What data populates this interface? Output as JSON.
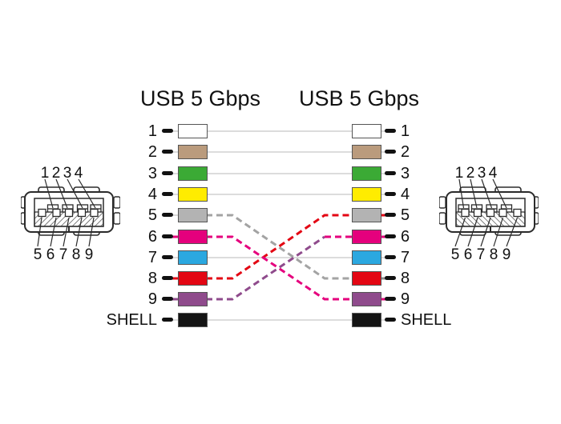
{
  "titles": {
    "left": "USB 5 Gbps",
    "right": "USB 5 Gbps"
  },
  "rows": [
    {
      "label": "1",
      "color": "#ffffff"
    },
    {
      "label": "2",
      "color": "#ba9b7d"
    },
    {
      "label": "3",
      "color": "#3baa35"
    },
    {
      "label": "4",
      "color": "#ffec00"
    },
    {
      "label": "5",
      "color": "#b3b3b3"
    },
    {
      "label": "6",
      "color": "#e5007d"
    },
    {
      "label": "7",
      "color": "#2ba8e0"
    },
    {
      "label": "8",
      "color": "#e30613"
    },
    {
      "label": "9",
      "color": "#8f4b8c"
    },
    {
      "label": "SHELL",
      "color": "#141414"
    }
  ],
  "connections": {
    "straight": [
      "1-1",
      "2-2",
      "3-3",
      "4-4",
      "7-7",
      "SHELL-SHELL"
    ],
    "crossed": [
      {
        "from": "5",
        "to": "8",
        "color": "#a3a3a3"
      },
      {
        "from": "8",
        "to": "5",
        "color": "#e30613"
      },
      {
        "from": "6",
        "to": "9",
        "color": "#e5007d"
      },
      {
        "from": "9",
        "to": "6",
        "color": "#8f4b8c",
        "tip_color": "#e5007d"
      }
    ]
  },
  "pigtails": {
    "left": {
      "p6": "#e5007d",
      "p8": "#e30613",
      "p9": "#8f4b8c"
    },
    "right": {
      "p5": "#e30613",
      "p6": "#e5007d",
      "p8": "#8c8c8c",
      "p9": "#e5007d"
    }
  },
  "palette": {
    "thin_line": "#c6c6c6",
    "tick": "#111111",
    "ink": "#111111"
  },
  "connectors": {
    "left": {
      "top_pins": [
        "1",
        "2",
        "3",
        "4"
      ],
      "bottom_pins": [
        "5",
        "6",
        "7",
        "8",
        "9"
      ]
    },
    "right": {
      "top_pins": [
        "1",
        "2",
        "3",
        "4"
      ],
      "bottom_pins": [
        "5",
        "6",
        "7",
        "8",
        "9"
      ]
    }
  }
}
